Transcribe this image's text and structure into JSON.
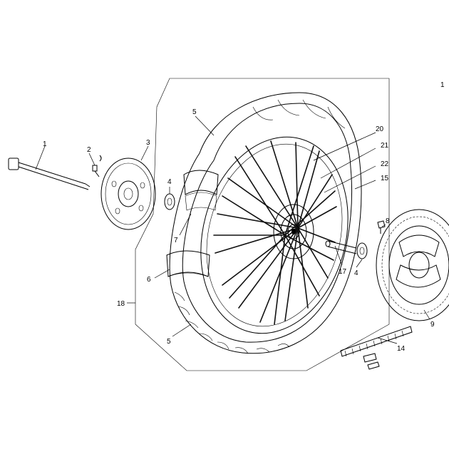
{
  "diagram": {
    "page_ref": "1",
    "callouts": [
      "1",
      "2",
      "3",
      "4",
      "5",
      "20",
      "21",
      "22",
      "15",
      "7",
      "6",
      "17",
      "4",
      "8",
      "9",
      "14",
      "18",
      "5"
    ]
  }
}
